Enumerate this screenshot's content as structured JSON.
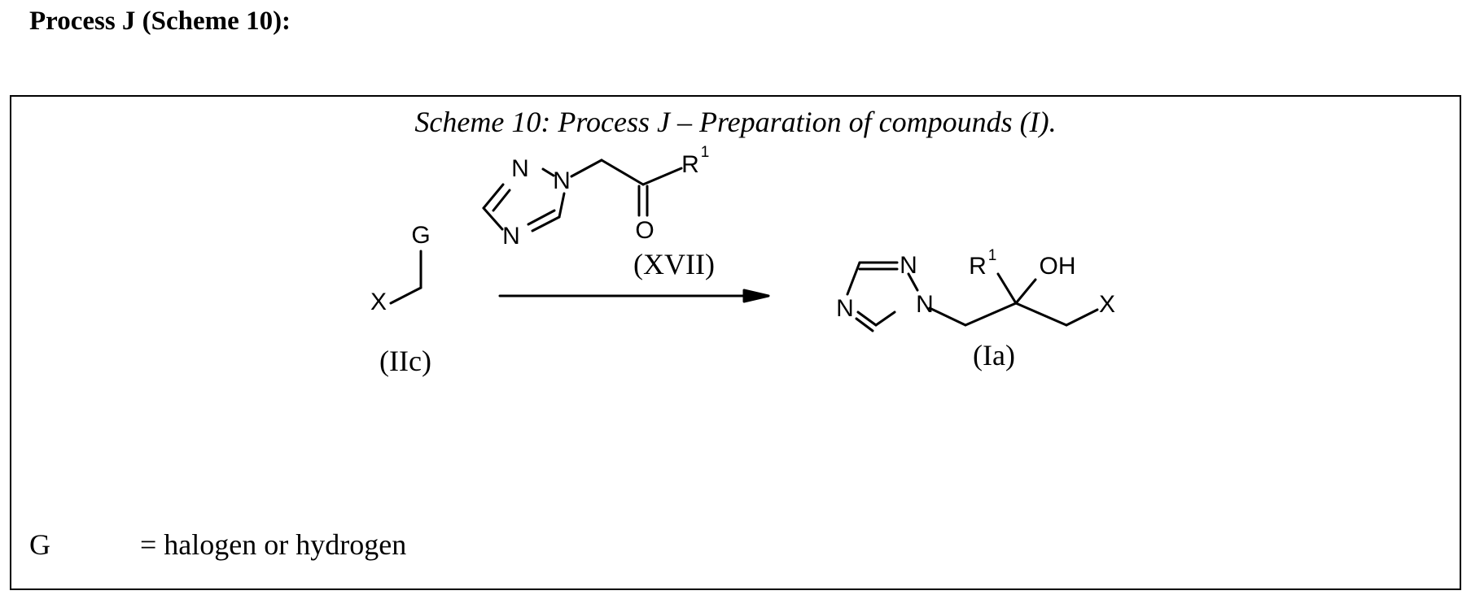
{
  "heading": "Process J (Scheme 10):",
  "scheme": {
    "caption": "Scheme 10: Process J – Preparation of compounds (I).",
    "reagent": {
      "label": "(XVII)",
      "atoms": {
        "n_top": "N",
        "n_right": "N",
        "n_bottom": "N",
        "r_group": "R",
        "r_sup": "1",
        "oxygen": "O"
      }
    },
    "start_material": {
      "label": "(IIc)",
      "atoms": {
        "g": "G",
        "x": "X"
      }
    },
    "product": {
      "label": "(Ia)",
      "atoms": {
        "n_top": "N",
        "n_right": "N",
        "n_left": "N",
        "r_group": "R",
        "r_sup": "1",
        "hydroxyl": "OH",
        "x": "X"
      }
    },
    "definition": {
      "symbol": "G",
      "text": "= halogen or hydrogen"
    }
  }
}
